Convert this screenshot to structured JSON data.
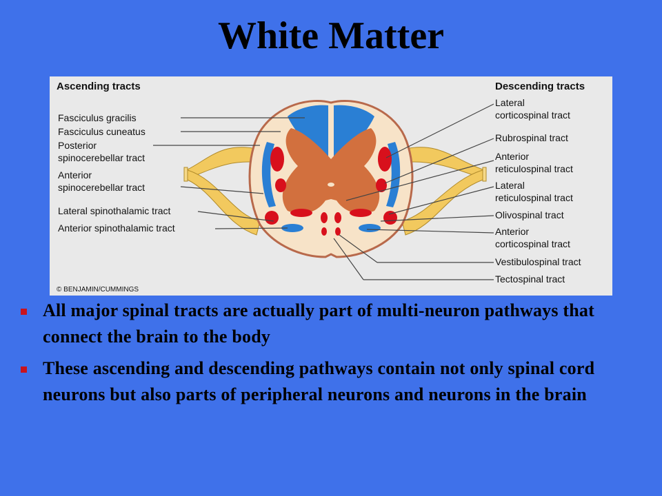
{
  "slide": {
    "title": "White Matter"
  },
  "figure": {
    "ascending_header": "Ascending tracts",
    "descending_header": "Descending tracts",
    "ascending_labels": [
      "Fasciculus gracilis",
      "Fasciculus cuneatus",
      "Posterior",
      "spinocerebellar tract",
      "Anterior",
      "spinocerebellar tract",
      "Lateral spinothalamic tract",
      "Anterior spinothalamic tract"
    ],
    "descending_labels": [
      "Lateral",
      "corticospinal tract",
      "Rubrospinal tract",
      "Anterior",
      "reticulospinal tract",
      "Lateral",
      "reticulospinal tract",
      "Olivospinal tract",
      "Anterior",
      "corticospinal tract",
      "Vestibulospinal tract",
      "Tectospinal tract"
    ],
    "credit": "© BENJAMIN/CUMMINGS",
    "colors": {
      "background": "#e9e9e9",
      "white_matter": "#f7e3c8",
      "gray_matter": "#d2703e",
      "ascending": "#2a7fd4",
      "descending": "#d8101c",
      "nerve_roots": "#f2c95e"
    }
  },
  "bullets": [
    "All major spinal tracts are actually part of multi-neuron pathways that connect the brain to the body",
    "These ascending and descending pathways contain not only spinal cord neurons but also parts of peripheral neurons and neurons in the brain"
  ],
  "colors": {
    "slide_background": "#3f71ea",
    "bullet_marker": "#c8131e"
  }
}
